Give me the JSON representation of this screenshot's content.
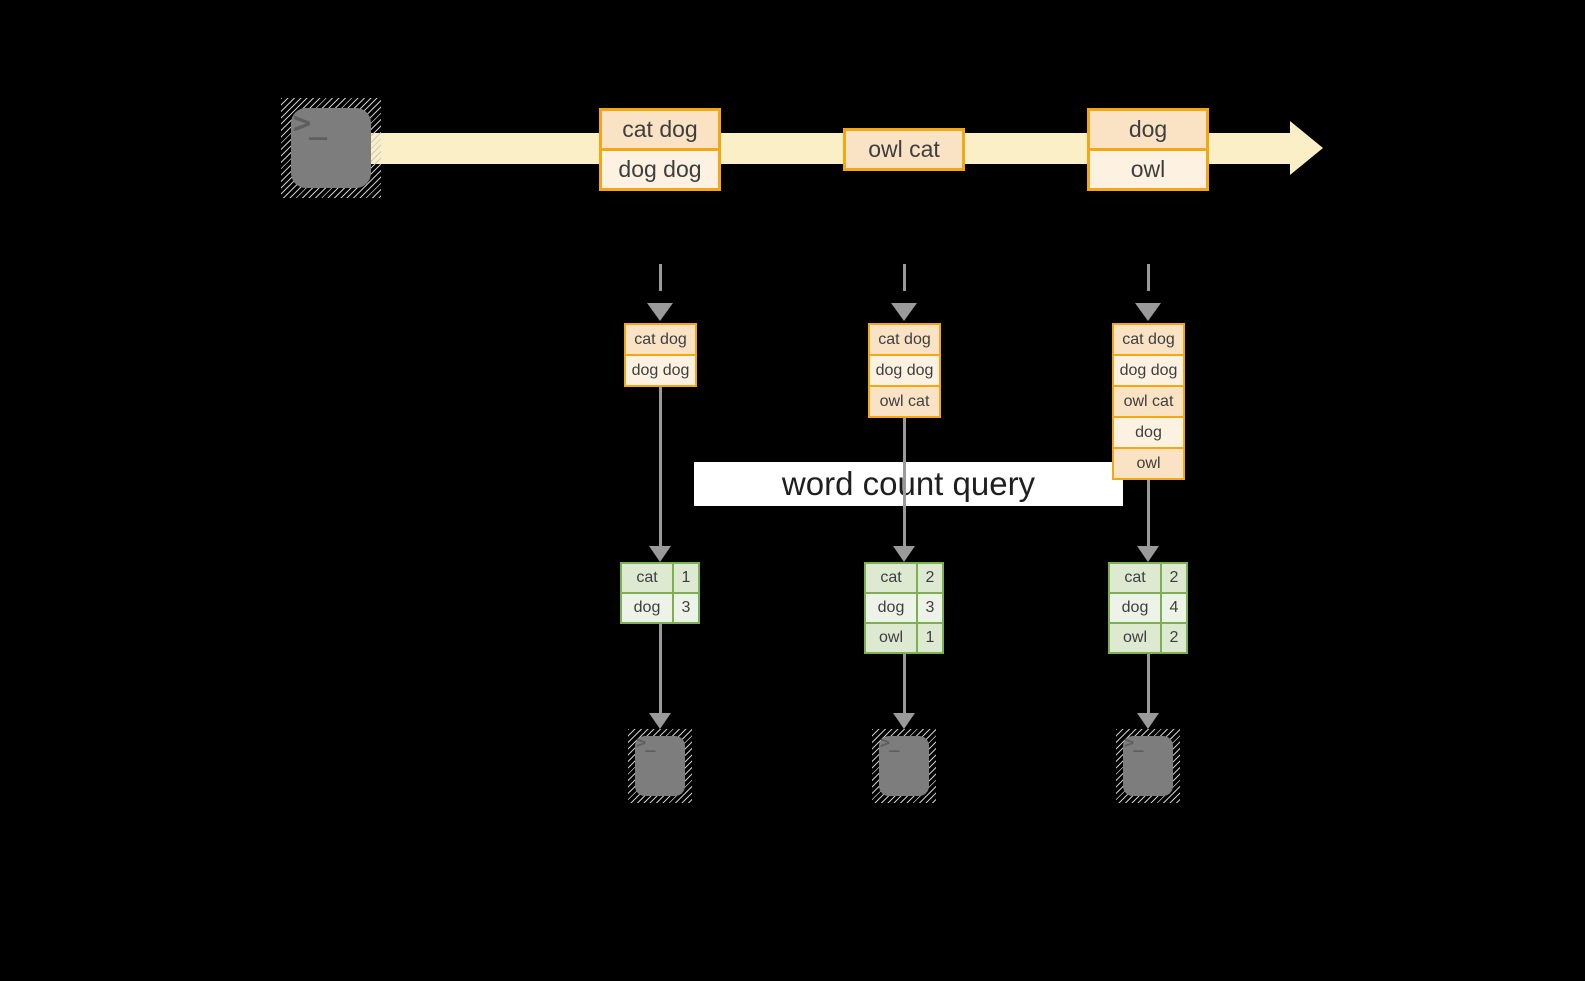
{
  "colors": {
    "background": "#000000",
    "stream_band": "#FBEFC7",
    "box_border": "#F3A712",
    "box_fill_dark": "#FAE3C5",
    "box_fill_light": "#FDF2E2",
    "table_border": "#7BB152",
    "table_fill_dark": "#DEE9D2",
    "table_fill_light": "#EEF3EA",
    "arrow": "#9A9A9A",
    "label_bg": "#FFFFFF",
    "label_text": "#1F1F1F",
    "text": "#3E3E3E",
    "terminal_fill": "#7D7D7D"
  },
  "source_terminal": {
    "glyph": ">_"
  },
  "stream_batches": [
    {
      "lines": [
        "cat dog",
        "dog dog"
      ]
    },
    {
      "lines": [
        "owl cat"
      ]
    },
    {
      "lines": [
        "dog",
        "owl"
      ]
    }
  ],
  "accumulated_inputs": [
    {
      "lines": [
        "cat dog",
        "dog dog"
      ]
    },
    {
      "lines": [
        "cat dog",
        "dog dog",
        "owl cat"
      ]
    },
    {
      "lines": [
        "cat dog",
        "dog dog",
        "owl cat",
        "dog",
        "owl"
      ]
    }
  ],
  "query_label": "word count query",
  "result_tables": [
    {
      "rows": [
        {
          "word": "cat",
          "count": "1"
        },
        {
          "word": "dog",
          "count": "3"
        }
      ]
    },
    {
      "rows": [
        {
          "word": "cat",
          "count": "2"
        },
        {
          "word": "dog",
          "count": "3"
        },
        {
          "word": "owl",
          "count": "1"
        }
      ]
    },
    {
      "rows": [
        {
          "word": "cat",
          "count": "2"
        },
        {
          "word": "dog",
          "count": "4"
        },
        {
          "word": "owl",
          "count": "2"
        }
      ]
    }
  ],
  "output_terminals": [
    {
      "glyph": ">_"
    },
    {
      "glyph": ">_"
    },
    {
      "glyph": ">_"
    }
  ]
}
